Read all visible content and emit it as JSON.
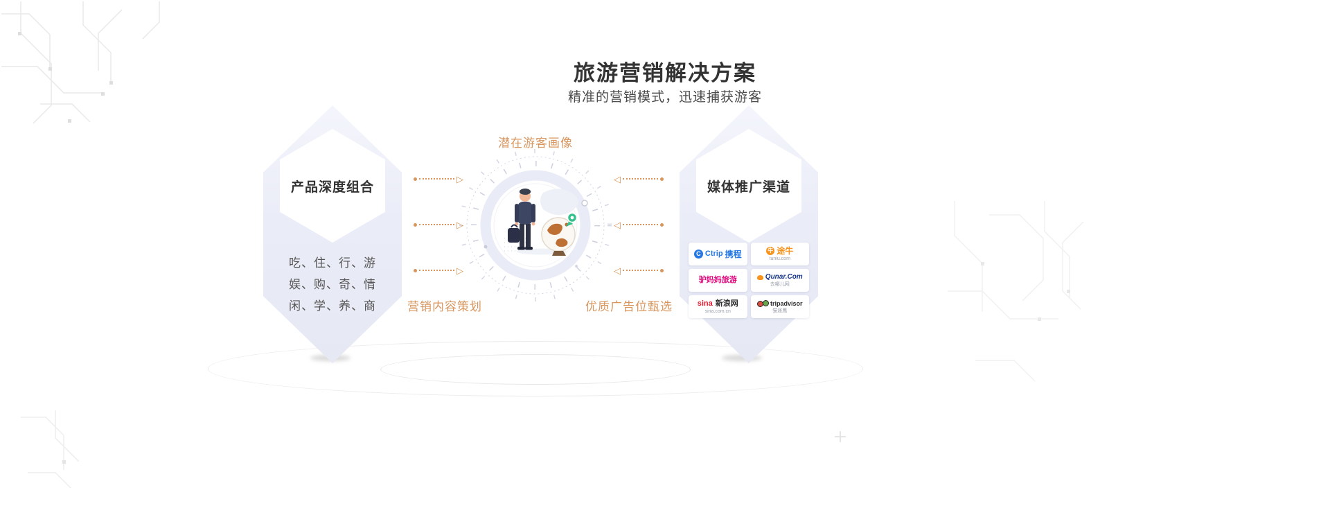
{
  "page": {
    "title": "旅游营销解决方案",
    "subtitle": "精准的营销模式，迅速捕获游客"
  },
  "left_card": {
    "title": "产品深度组合",
    "lines": [
      "吃、住、行、游",
      "娱、购、奇、情",
      "闲、学、养、商"
    ]
  },
  "center": {
    "top_label": "潜在游客画像",
    "bottom_left_label": "营销内容策划",
    "bottom_right_label": "优质广告位甄选"
  },
  "right_card": {
    "title": "媒体推广渠道",
    "logos": [
      {
        "id": "ctrip",
        "icon_glyph": "C",
        "main": "Ctrip",
        "main2": "携程",
        "sub": ""
      },
      {
        "id": "tuniu",
        "icon_glyph": "牛",
        "main": "途牛",
        "main2": "",
        "sub": "tuniu.com"
      },
      {
        "id": "lvmama",
        "icon_glyph": "",
        "main": "驴妈妈旅游",
        "main2": "",
        "sub": ""
      },
      {
        "id": "qunar",
        "icon_glyph": "",
        "main": "Qunar.Com",
        "main2": "",
        "sub": "去哪儿网"
      },
      {
        "id": "sina",
        "icon_glyph": "",
        "main": "sina",
        "main2": "新浪网",
        "sub": "sina.com.cn"
      },
      {
        "id": "tripadvisor",
        "icon_glyph": "",
        "main": "tripadvisor",
        "main2": "",
        "sub": "猫途鹰"
      }
    ]
  },
  "arrows": {
    "right_glyph": "▷",
    "left_glyph": "◁"
  },
  "colors": {
    "accent_orange": "#D8965E",
    "title_text": "#333333",
    "body_text": "#555555",
    "hexagon_fill": "#EAECF7",
    "ctrip_blue": "#2577E3",
    "tuniu_orange": "#F7941D",
    "lvmama_pink": "#E5097F",
    "qunar_blue": "#14348A",
    "sina_red": "#E6162D",
    "tripadvisor_black": "#2B2B2B",
    "pin_green": "#35C08E"
  }
}
